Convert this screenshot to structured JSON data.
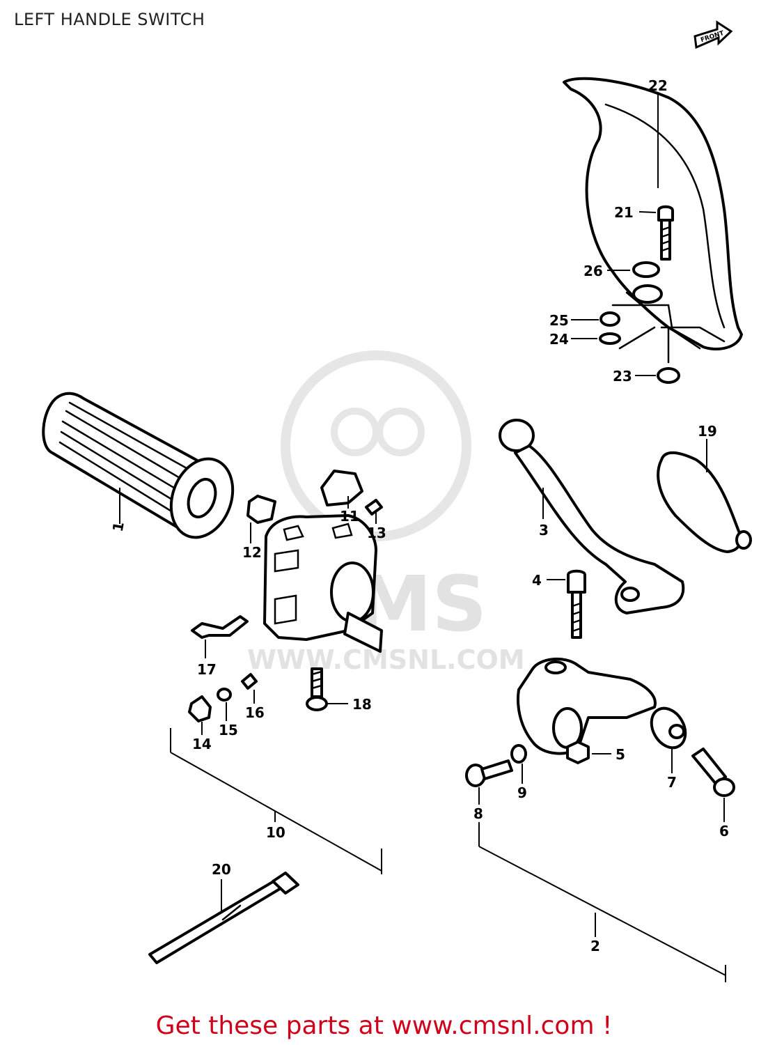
{
  "title": "LEFT HANDLE SWITCH",
  "front_indicator": "FRONT",
  "watermark": {
    "brand": "CMS",
    "url": "WWW.CMSNL.COM"
  },
  "part_labels": {
    "p1": "1",
    "p2": "2",
    "p3": "3",
    "p4": "4",
    "p5": "5",
    "p6": "6",
    "p7": "7",
    "p8": "8",
    "p9": "9",
    "p10": "10",
    "p11": "11",
    "p12": "12",
    "p13": "13",
    "p14": "14",
    "p15": "15",
    "p16": "16",
    "p17": "17",
    "p18": "18",
    "p19": "19",
    "p20": "20",
    "p21": "21",
    "p22": "22",
    "p23": "23",
    "p24": "24",
    "p25": "25",
    "p26": "26"
  },
  "promo": {
    "text": "Get these parts at www.cmsnl.com !",
    "color": "#d0021b"
  }
}
